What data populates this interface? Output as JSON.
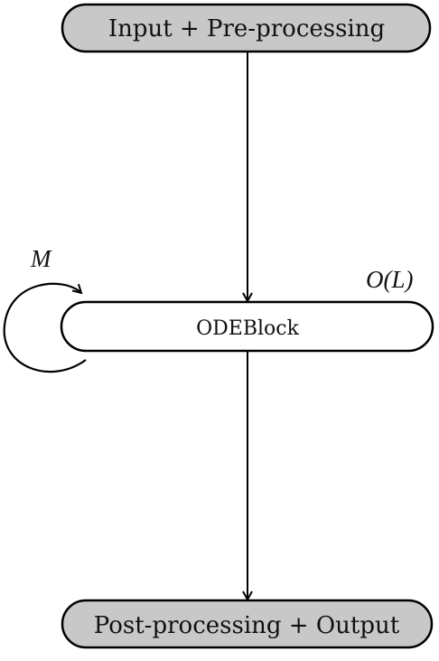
{
  "nodes": {
    "input": {
      "label": "Input + Pre-processing",
      "fill": "#c8c8c8"
    },
    "odeblock": {
      "label": "ODEBlock",
      "fill": "#ffffff"
    },
    "output": {
      "label": "Post-processing + Output",
      "fill": "#c8c8c8"
    }
  },
  "annotations": {
    "loop_label": "M",
    "complexity_label": "O(L)"
  },
  "colors": {
    "stroke": "#000000"
  }
}
